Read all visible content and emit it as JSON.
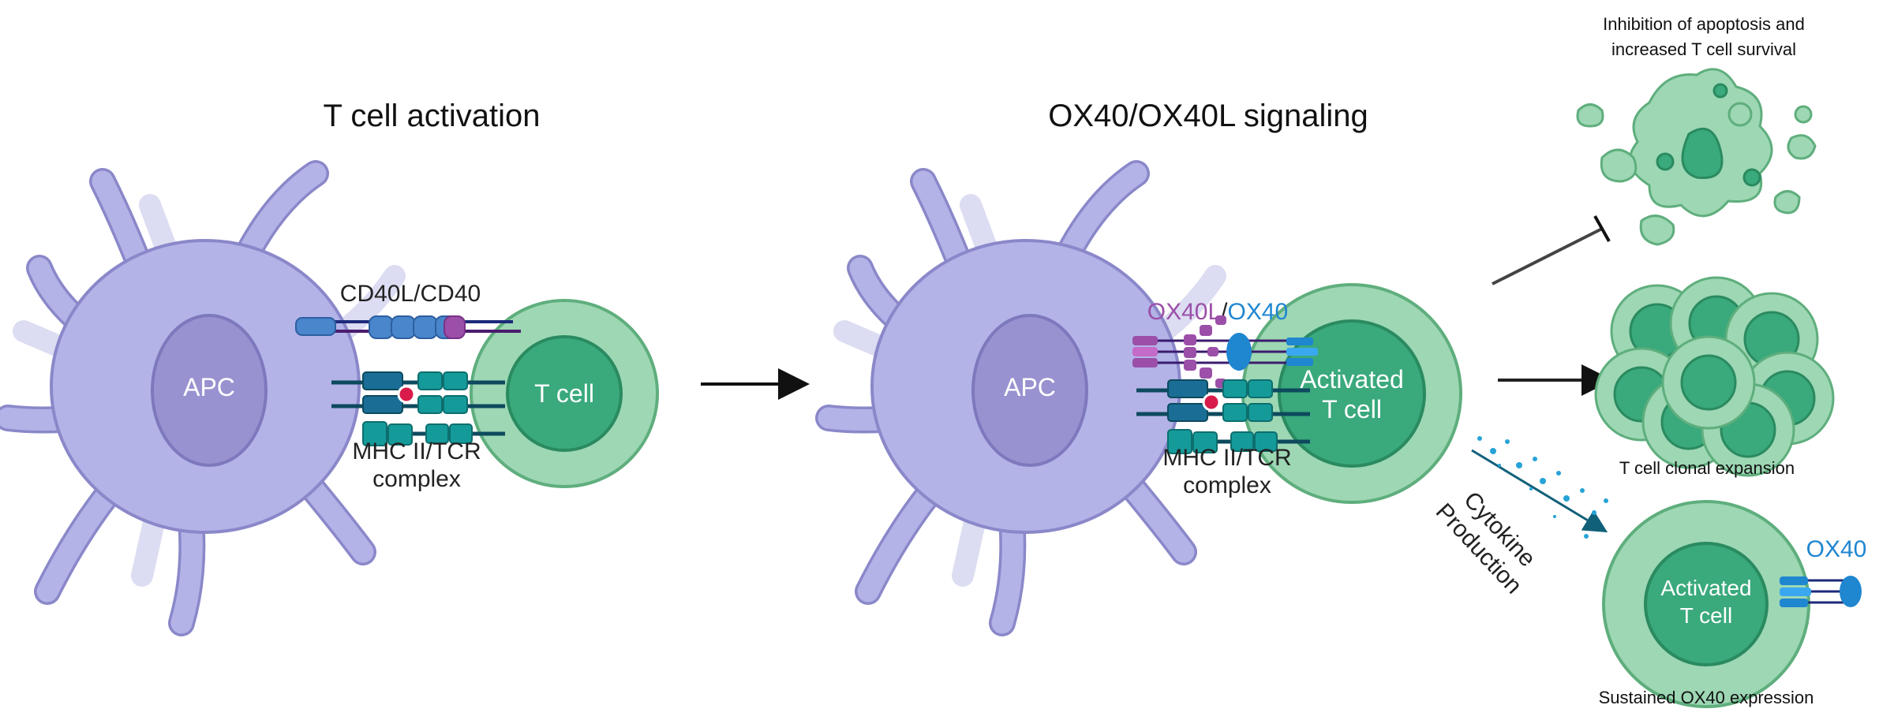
{
  "panels": {
    "left": {
      "title": "T cell activation",
      "apc_label": "APC",
      "tcell_label": "T cell",
      "receptor_label": "CD40L/CD40",
      "complex_label_line1": "MHC II/TCR",
      "complex_label_line2": "complex"
    },
    "middle": {
      "title": "OX40/OX40L signaling",
      "apc_label": "APC",
      "tcell_label_line1": "Activated",
      "tcell_label_line2": "T cell",
      "ligand_label": "OX40L",
      "separator": "/",
      "receptor_label": "OX40",
      "complex_label_line1": "MHC II/TCR",
      "complex_label_line2": "complex",
      "cytokine_line1": "Cytokine",
      "cytokine_line2": "Production"
    },
    "outcomes": {
      "survival_line1": "Inhibition of apoptosis and",
      "survival_line2": "increased T cell survival",
      "expansion": "T cell clonal expansion",
      "expression": "Sustained OX40 expression",
      "tcell_label_line1": "Activated",
      "tcell_label_line2": "T cell",
      "receptor_label": "OX40"
    }
  },
  "colors": {
    "apc": "#b3b3e8",
    "apc_nucleus": "#9892d0",
    "tcell": "#9dd7b4",
    "tcell_nucleus": "#3aa97c",
    "ox40l": "#9b4fa8",
    "ox40": "#1f86d0",
    "mhc": "#1a6e96",
    "tcr": "#159a9a",
    "peptide": "#d81b4a"
  }
}
